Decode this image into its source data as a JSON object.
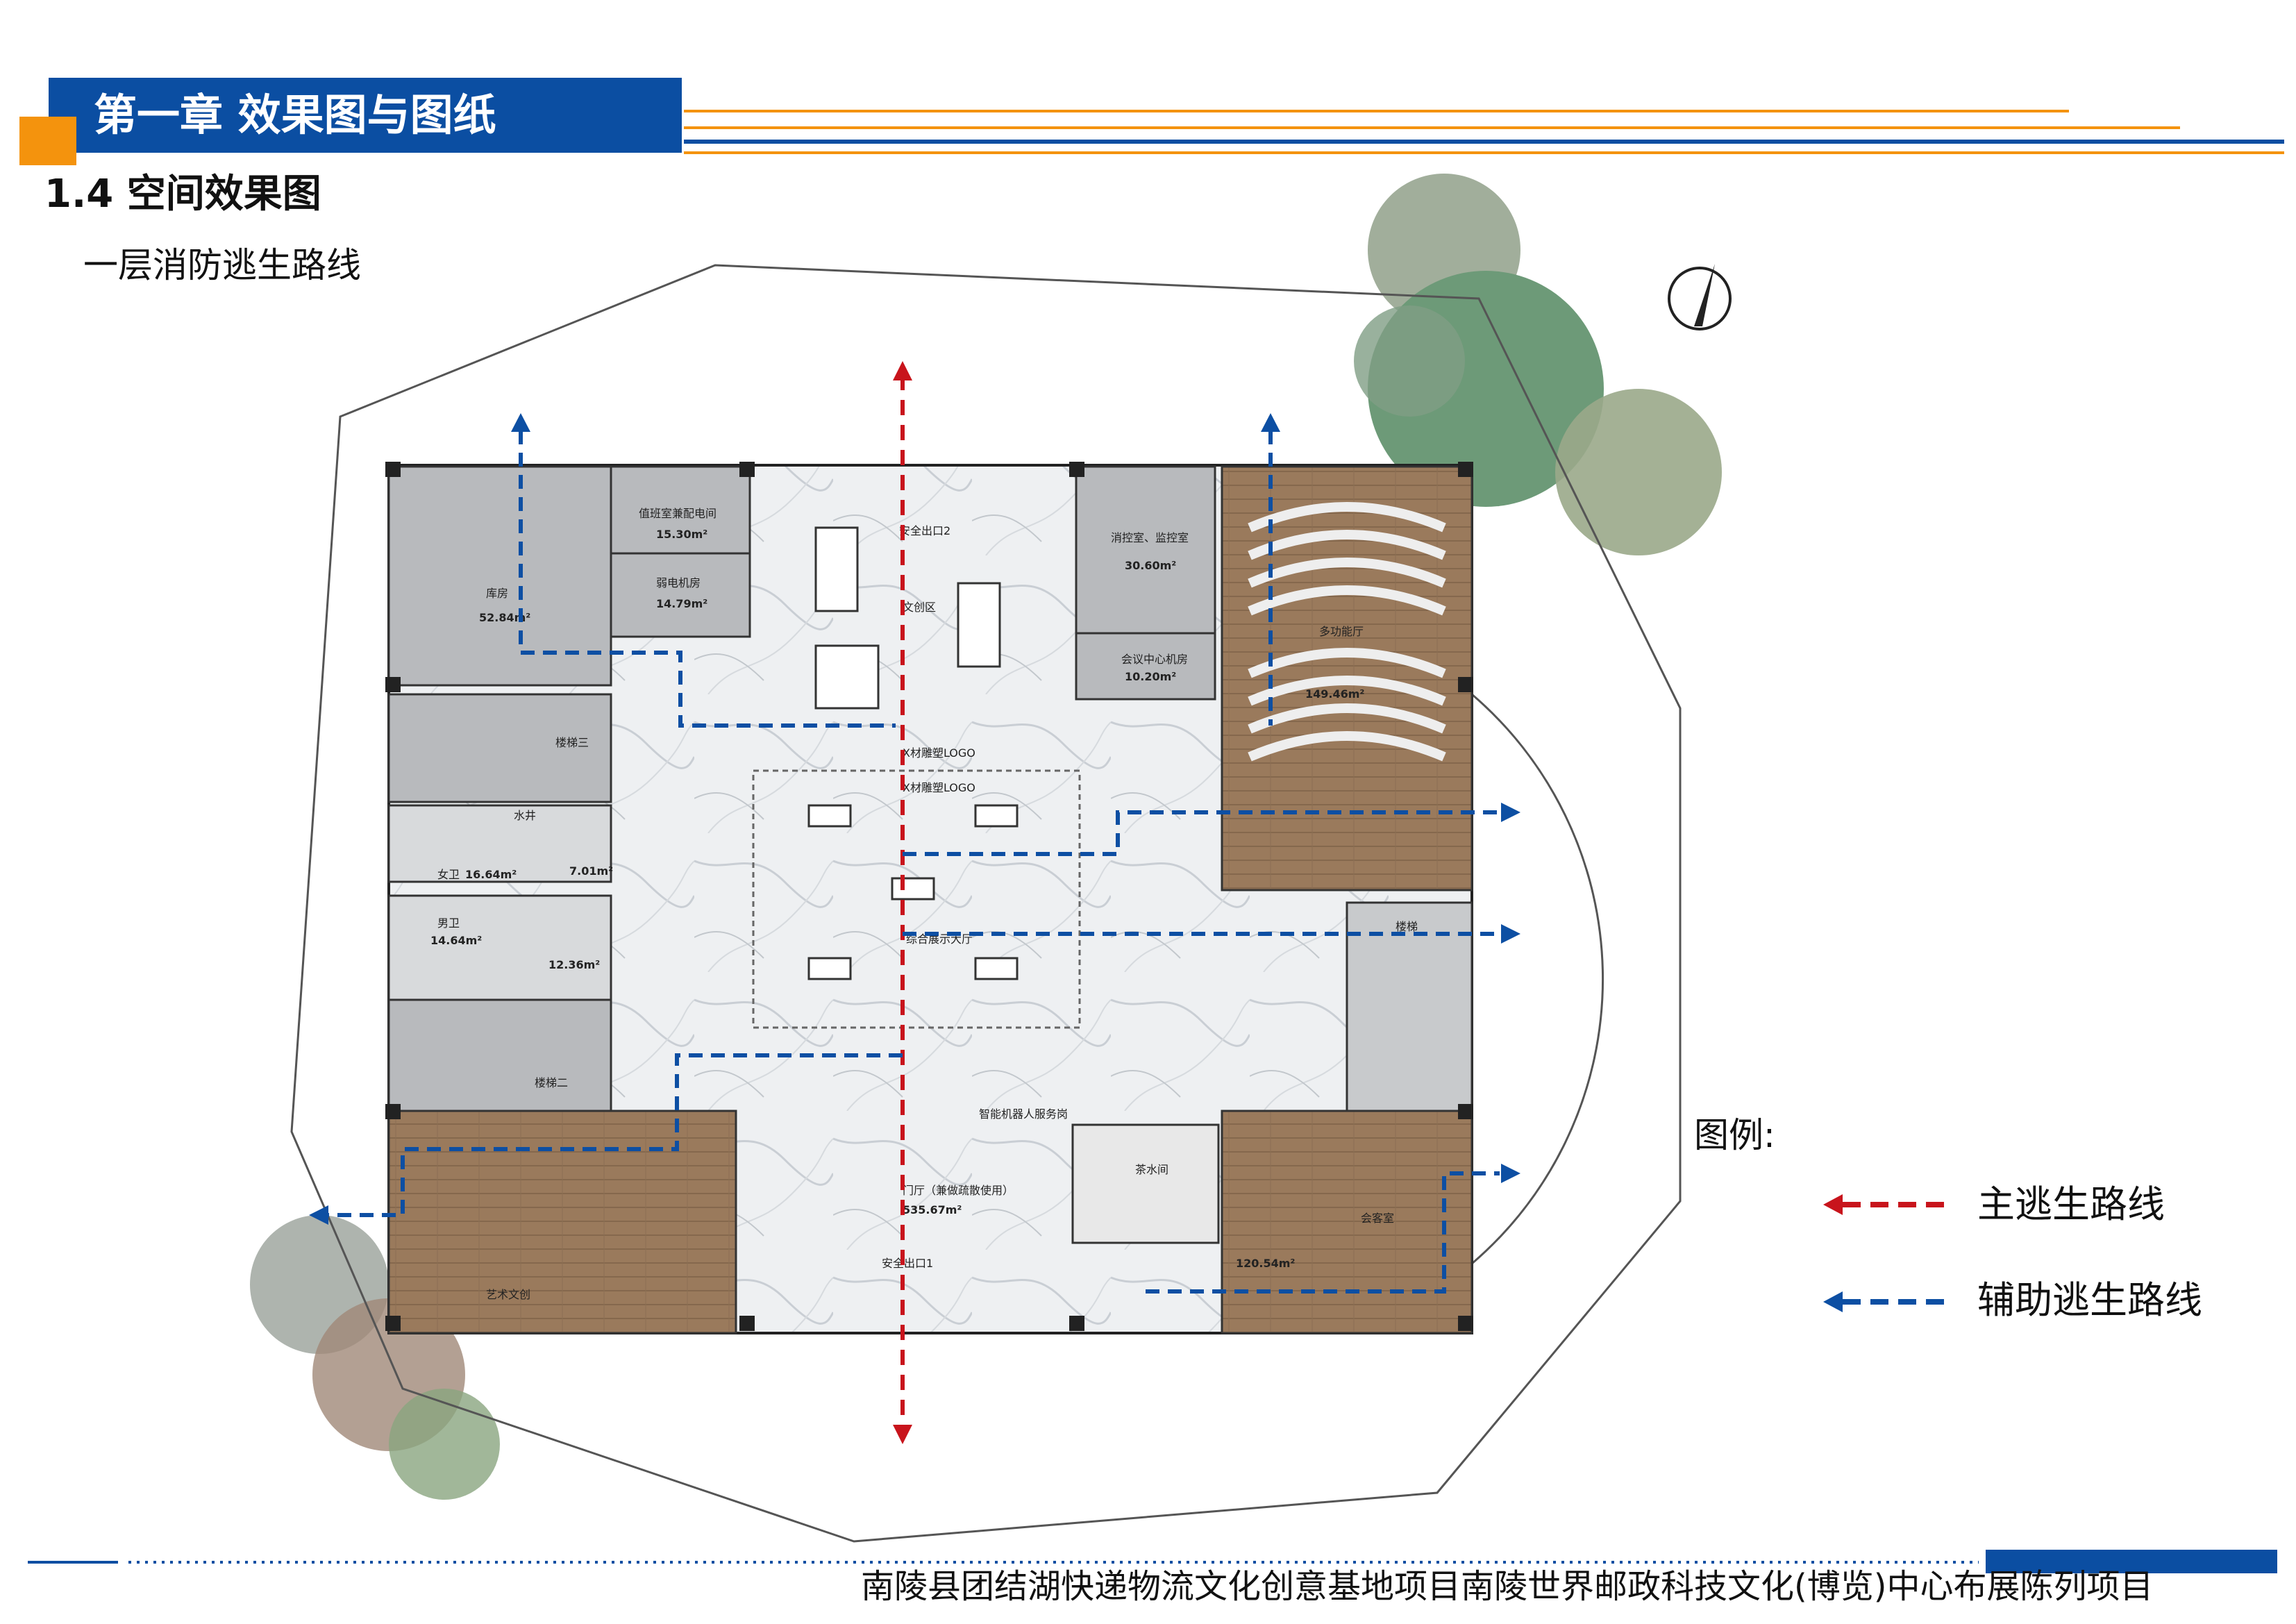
{
  "header": {
    "chapter_title": "第一章 效果图与图纸",
    "section_title": "1.4 空间效果图",
    "sub_title": "一层消防逃生路线"
  },
  "legend": {
    "title": "图例:",
    "main_route": "主逃生路线",
    "aux_route": "辅助逃生路线"
  },
  "colors": {
    "brand_blue": "#0b4ea2",
    "accent_orange": "#f4930d",
    "main_route": "#c8141c",
    "aux_route": "#0d4fa3"
  },
  "floor_plan": {
    "rooms": [
      {
        "name": "库房",
        "area": "52.84m²"
      },
      {
        "name": "值班室兼配电间",
        "area": "15.30m²"
      },
      {
        "name": "弱电机房",
        "area": "14.79m²"
      },
      {
        "name": "消控室、监控室",
        "area": "30.60m²"
      },
      {
        "name": "会议中心机房",
        "area": "10.20m²"
      },
      {
        "name": "多功能厅",
        "area": "149.46m²"
      },
      {
        "name": "楼梯三"
      },
      {
        "name": "水井"
      },
      {
        "name": "女卫",
        "area": "16.64m²"
      },
      {
        "name": "7.01m²"
      },
      {
        "name": "男卫",
        "area": "14.64m²"
      },
      {
        "name": "12.36m²"
      },
      {
        "name": "楼梯二"
      },
      {
        "name": "楼梯"
      },
      {
        "name": "茶水间"
      },
      {
        "name": "会客室",
        "area": "120.54m²"
      },
      {
        "name": "门厅（兼做疏散使用）",
        "area": "535.67m²"
      }
    ],
    "annotations": [
      "安全出口1",
      "安全出口2",
      "X材雕塑LOGO",
      "X材雕塑LOGO",
      "智能机器人服务岗",
      "综合展示大厅",
      "文创区",
      "艺术文创"
    ]
  },
  "footer": {
    "text": "南陵县团结湖快递物流文化创意基地项目南陵世界邮政科技文化(博览)中心布展陈列项目"
  }
}
